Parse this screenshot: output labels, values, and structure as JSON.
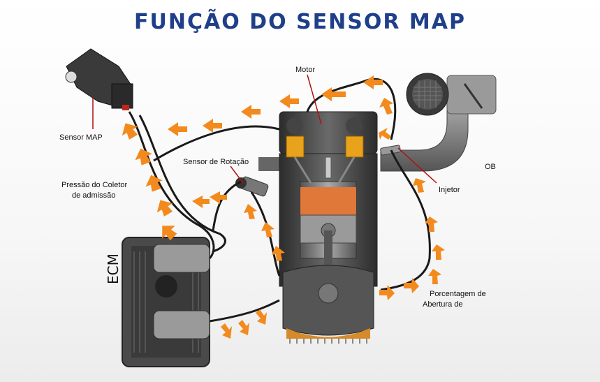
{
  "title": "FUNÇÃO DO SENSOR MAP",
  "labels": {
    "sensor_map": "Sensor MAP",
    "pressao": "Pressão do Coletor",
    "admissao": "de admissão",
    "sensor_rotacao": "Sensor de Rotação",
    "motor": "Motor",
    "injetor": "Injetor",
    "ob": "OB",
    "porcentagem": "Porcentagem de",
    "abertura": "Abertura de",
    "ecm": "ECM"
  },
  "colors": {
    "title": "#1f3f8a",
    "arrow": "#f28a1e",
    "metal_dark": "#3a3a3a",
    "metal_light": "#8c8c8c",
    "valve_yellow": "#e8a21c",
    "piston_top": "#e0783a",
    "wire": "#1a1a1a",
    "callout": "#b01010"
  },
  "icons": [
    "map-sensor-icon",
    "rotation-sensor-icon",
    "ecm-module-icon",
    "engine-icon",
    "throttle-body-icon",
    "injector-icon"
  ]
}
